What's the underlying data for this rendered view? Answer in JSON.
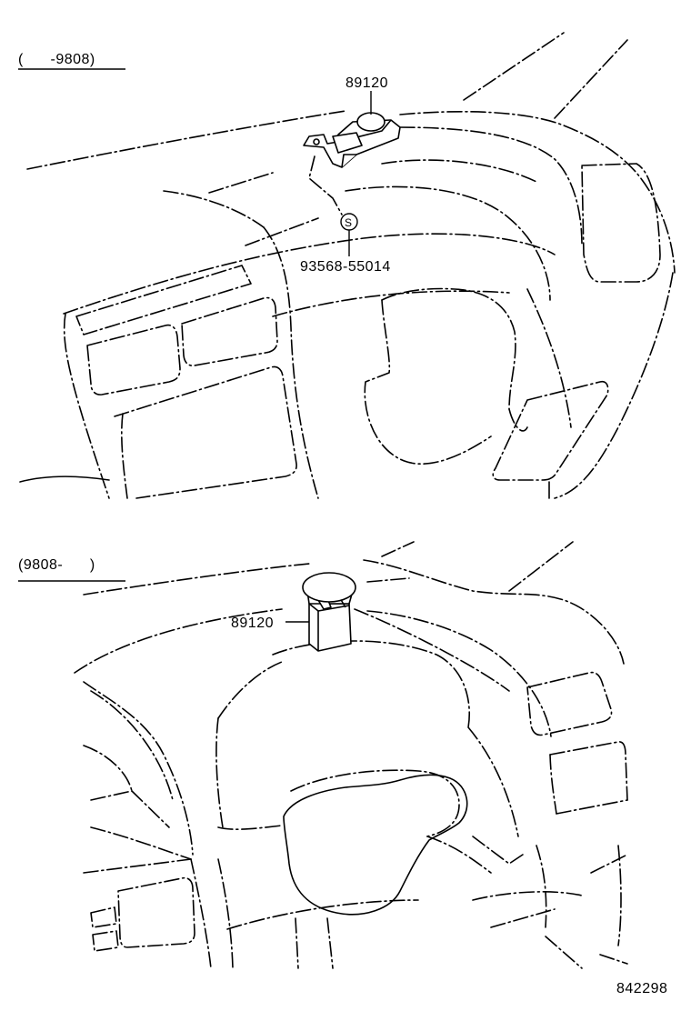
{
  "top_view": {
    "period": "(      -9808)",
    "part_number": "89120",
    "fastener_symbol": "S",
    "fastener_number": "93568-55014"
  },
  "bottom_view": {
    "period": "(9808-      )",
    "part_number": "89120"
  },
  "illustration_id": "842298"
}
